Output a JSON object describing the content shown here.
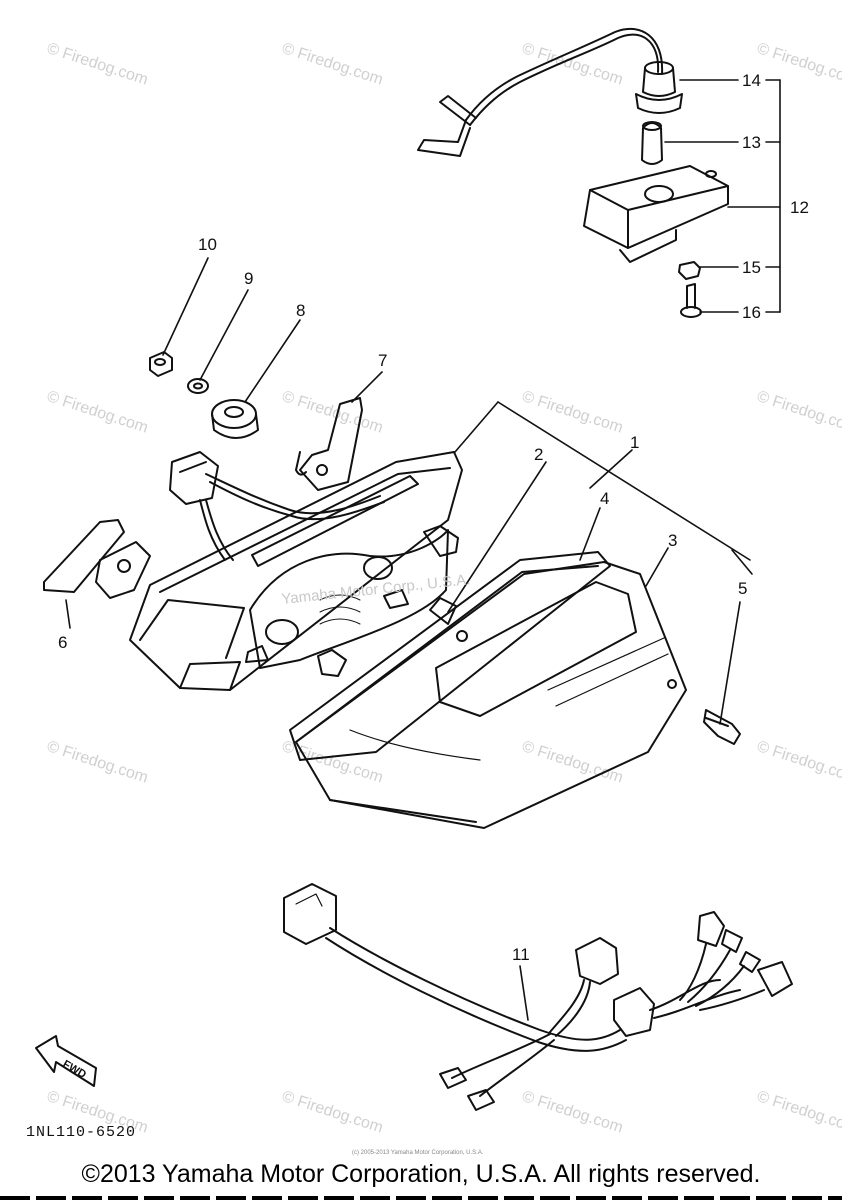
{
  "callouts": [
    "1",
    "2",
    "3",
    "4",
    "5",
    "6",
    "7",
    "8",
    "9",
    "10",
    "11",
    "12",
    "13",
    "14",
    "15",
    "16"
  ],
  "fwd_label": "FWD",
  "diagram_code": "1NL110-6520",
  "copyright": "©2013 Yamaha Motor Corporation, U.S.A. All rights reserved.",
  "fine_print": "(c) 2005-2013 Yamaha Motor Corporation, U.S.A.",
  "center_watermark": "Yamaha Motor Corp., U.S.A.",
  "watermark": "© Firedog.com"
}
